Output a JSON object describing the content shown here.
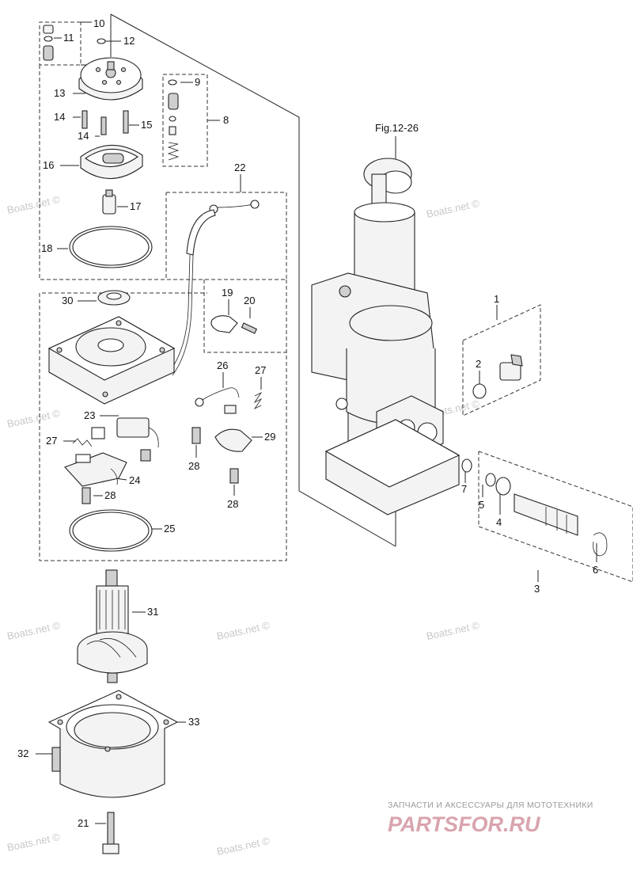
{
  "figure_reference": "Fig.12-26",
  "callouts": {
    "c1": "1",
    "c2": "2",
    "c3": "3",
    "c4": "4",
    "c5": "5",
    "c6": "6",
    "c7": "7",
    "c8": "8",
    "c9": "9",
    "c10": "10",
    "c11": "11",
    "c12": "12",
    "c13": "13",
    "c14a": "14",
    "c14b": "14",
    "c15": "15",
    "c16": "16",
    "c17": "17",
    "c18": "18",
    "c19": "19",
    "c20": "20",
    "c21": "21",
    "c22": "22",
    "c23": "23",
    "c24": "24",
    "c25": "25",
    "c26": "26",
    "c27a": "27",
    "c27b": "27",
    "c28a": "28",
    "c28b": "28",
    "c28c": "28",
    "c29": "29",
    "c30": "30",
    "c31": "31",
    "c32": "32",
    "c33": "33"
  },
  "watermark": "Boats.net ©",
  "banner": {
    "tagline": "ЗАПЧАСТИ И АКСЕССУАРЫ ДЛЯ МОТОТЕХНИКИ",
    "logo": "PARTSFOR.RU"
  }
}
